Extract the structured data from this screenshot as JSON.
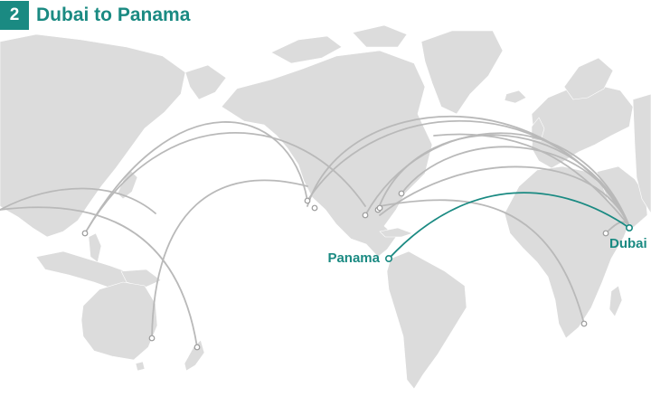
{
  "header": {
    "number": "2",
    "title": "Dubai to Panama"
  },
  "colors": {
    "accent": "#1a8a82",
    "land": "#dcdcdc",
    "route": "#b9b9b9"
  },
  "labels": {
    "origin": "Dubai",
    "destination": "Panama"
  }
}
